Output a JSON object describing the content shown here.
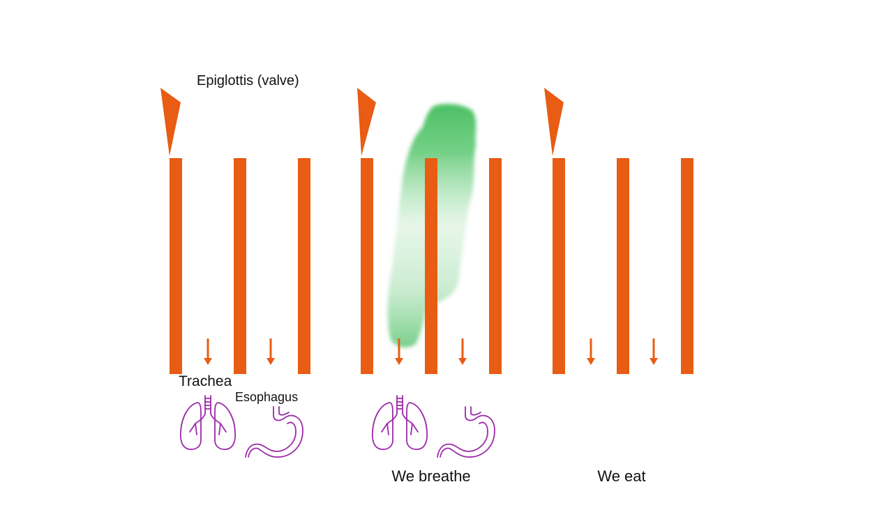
{
  "labels": {
    "epiglottis": "Epiglottis (valve)",
    "trachea": "Trachea",
    "esophagus": "Esophagus",
    "breathe": "We breathe",
    "eat": "We eat"
  },
  "panels": [
    {
      "state": "diagram",
      "show_icons": true,
      "show_food": false
    },
    {
      "state": "breathe",
      "show_icons": true,
      "show_food": true
    },
    {
      "state": "eat",
      "show_icons": false,
      "show_food": false
    }
  ],
  "colors": {
    "wall": "#E85C13",
    "icon": "#9B2AA8",
    "food": "#4CC064",
    "text": "#111111",
    "background": "#FFFFFF"
  },
  "icons": {
    "lungs": "lungs-icon",
    "stomach": "stomach-icon",
    "arrow": "down-arrow-icon"
  }
}
